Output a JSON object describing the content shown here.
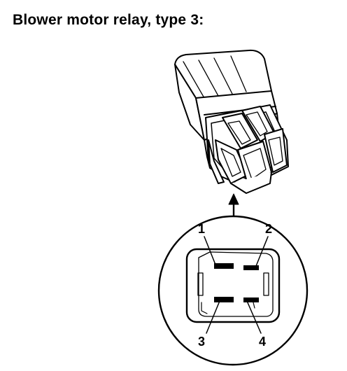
{
  "title": "Blower motor relay, type 3:",
  "pins": [
    {
      "label": "1"
    },
    {
      "label": "2"
    },
    {
      "label": "3"
    },
    {
      "label": "4"
    }
  ]
}
